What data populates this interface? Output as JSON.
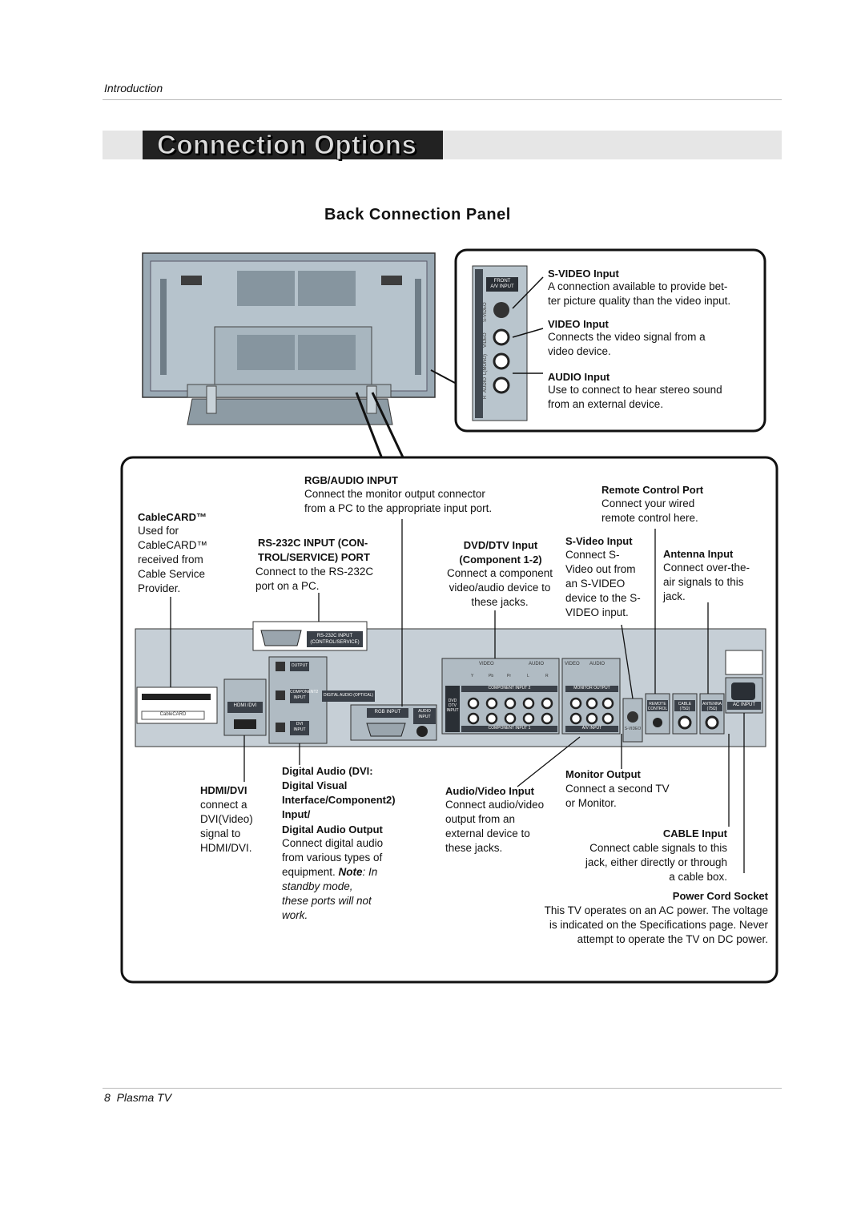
{
  "header": {
    "section": "Introduction"
  },
  "title": "Connection Options",
  "subtitle": "Back Connection Panel",
  "front_panel": {
    "label": "FRONT\nA/V INPUT",
    "side_labels": [
      "S-VIDEO",
      "VIDEO",
      "L(MONO)",
      "AUDIO",
      "R"
    ],
    "svideo": {
      "title": "S-VIDEO Input",
      "desc": "A connection available to provide bet-\nter picture quality than the video input."
    },
    "video": {
      "title": "VIDEO Input",
      "desc": "Connects the video signal from a\nvideo device."
    },
    "audio": {
      "title": "AUDIO Input",
      "desc": "Use to connect to hear stereo sound\nfrom an external device."
    }
  },
  "callouts": {
    "rgb_audio": {
      "title": "RGB/AUDIO INPUT",
      "desc": "Connect the monitor output connector\nfrom a PC to the appropriate input port."
    },
    "remote_port": {
      "title": "Remote Control Port",
      "desc": "Connect your wired\nremote control here."
    },
    "cablecard": {
      "title": "CableCARD™",
      "desc": "Used for\nCableCARD™\nreceived from\nCable Service\nProvider."
    },
    "rs232c": {
      "title": "RS-232C INPUT (CON-\nTROL/SERVICE) PORT",
      "desc": "Connect to the RS-232C\nport on a PC."
    },
    "dvd_dtv": {
      "title": "DVD/DTV Input\n(Component 1-2)",
      "desc": "Connect a component\nvideo/audio device to\nthese jacks."
    },
    "svideo_input": {
      "title": "S-Video Input",
      "desc": "Connect S-\nVideo out from\nan S-VIDEO\ndevice to the S-\nVIDEO input."
    },
    "antenna": {
      "title": "Antenna  Input",
      "desc": "Connect over-the-\nair signals to this\njack."
    },
    "hdmi_dvi": {
      "title": "HDMI/DVI",
      "desc": "connect a\nDVI(Video)\nsignal to\nHDMI/DVI."
    },
    "digital_audio": {
      "title": "Digital Audio (DVI:\nDigital Visual\nInterface/Component2)\nInput/",
      "title2": "Digital Audio Output",
      "desc": "Connect  digital audio\nfrom various types of\nequipment. ",
      "note_label": "Note",
      "note": ": In\nstandby mode,\nthese ports will not\nwork."
    },
    "av_input": {
      "title": "Audio/Video Input",
      "desc": "Connect audio/video\noutput from an\nexternal device to\nthese jacks."
    },
    "monitor_output": {
      "title": "Monitor Output",
      "desc": "Connect a second TV\nor Monitor."
    },
    "cable_input": {
      "title": "CABLE Input",
      "desc": "Connect cable signals to this\njack, either directly or through\na cable box."
    },
    "power_cord": {
      "title": "Power Cord Socket",
      "desc": "This TV operates on an AC power. The voltage\nis indicated on the Specifications page. Never\nattempt to operate the TV on DC power."
    }
  },
  "panel_labels": {
    "rs232c": "RS-232C INPUT\n(CONTROL/SERVICE)",
    "output": "OUTPUT",
    "component_input": "COMPONENT2\nINPUT",
    "digital_audio_optical": "DIGITAL AUDIO (OPTICAL)",
    "dvi_input": "DVI\nINPUT",
    "hdmi_dvi": "HDMI /DVI",
    "cablecard": "CableCARD",
    "rgb_input": "RGB INPUT",
    "audio_input": "AUDIO\nINPUT",
    "video": "VIDEO",
    "audio": "AUDIO",
    "component_input_2": "COMPONENT INPUT 2",
    "component_input_1": "COMPONENT INPUT 1",
    "dvd_dtv_input": "DVD\nDTV\nINPUT",
    "monitor_output": "MONITOR OUTPUT",
    "av_input": "A/V INPUT",
    "s_video": "S-VIDEO",
    "remote_control": "REMOTE\nCONTROL",
    "cable": "CABLE\n(75Ω)",
    "antenna": "ANTENNA\n(75Ω)",
    "ac_input": "AC INPUT",
    "y": "Y",
    "pb": "Pb",
    "pr": "Pr",
    "l": "L",
    "r": "R"
  },
  "footer": {
    "page": "8",
    "title": "Plasma TV"
  }
}
